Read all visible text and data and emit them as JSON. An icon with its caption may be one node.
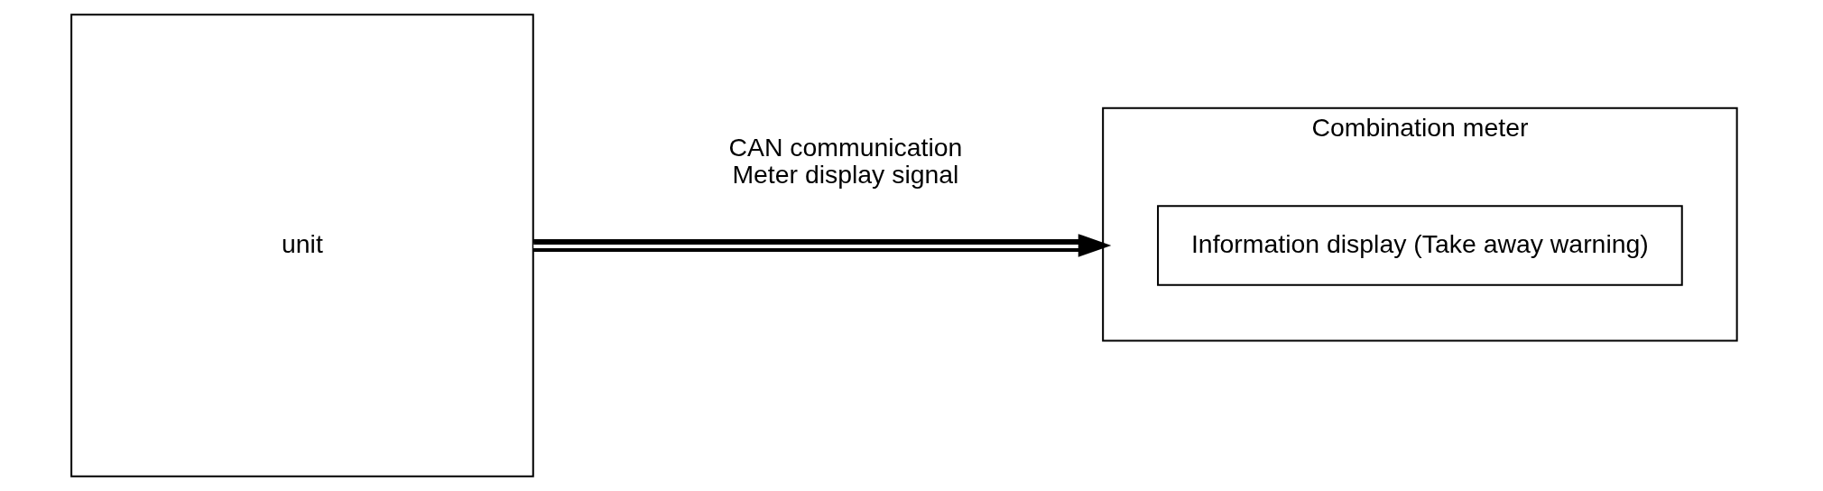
{
  "diagram": {
    "nodes": [
      {
        "text": [
          "unit"
        ]
      },
      {
        "text": [
          "Combination meter"
        ]
      },
      {
        "text": [
          "Information display (Take away warning)"
        ],
        "in": 1
      }
    ],
    "edges": [
      {
        "from": 0,
        "to": 1,
        "arrow": "to",
        "label": "CAN communication Meter display signal"
      }
    ]
  }
}
